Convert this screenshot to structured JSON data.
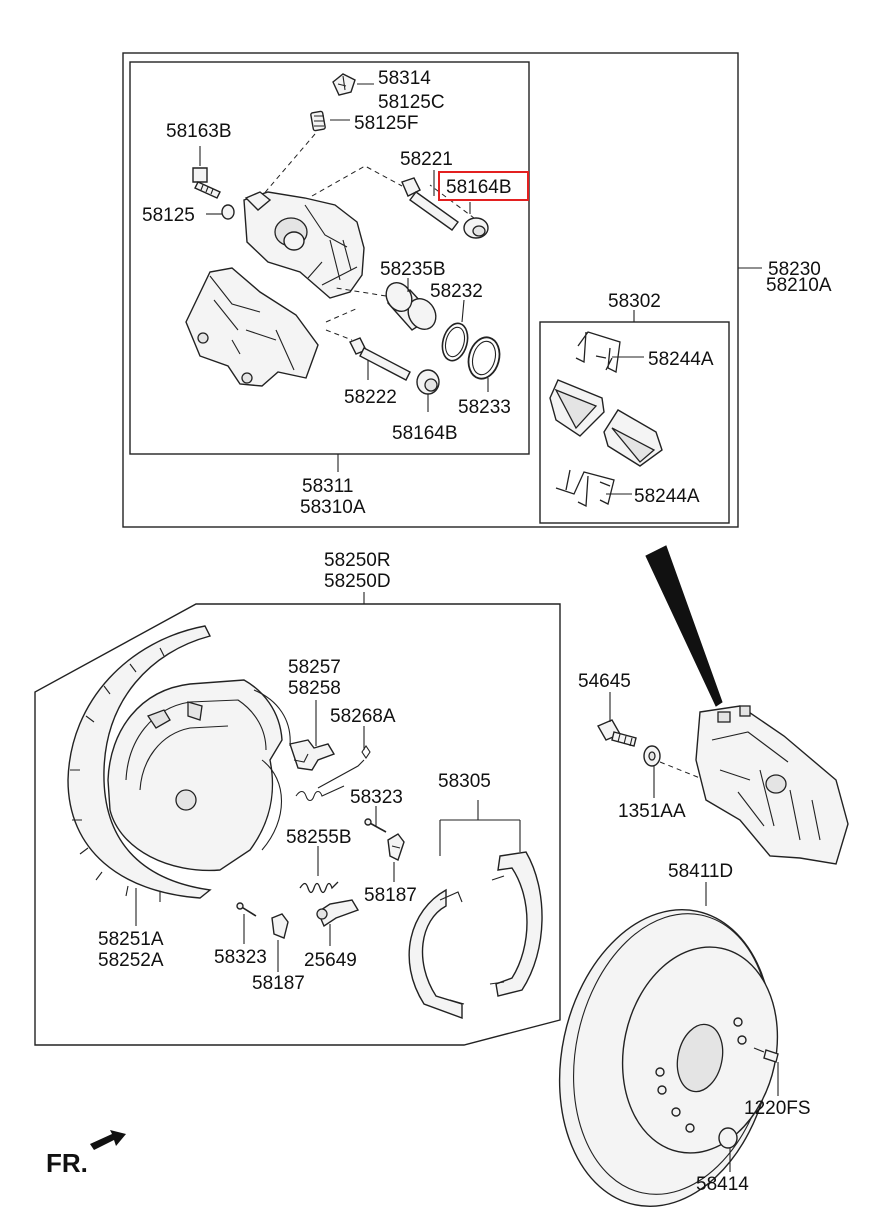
{
  "callouts": {
    "p58314": "58314",
    "p58125C": "58125C",
    "p58125F": "58125F",
    "p58163B": "58163B",
    "p58221": "58221",
    "p58164B_top": "58164B",
    "p58125": "58125",
    "p58230": "58230",
    "p58210A": "58210A",
    "p58235B": "58235B",
    "p58232": "58232",
    "p58302": "58302",
    "p58244A_top": "58244A",
    "p58222": "58222",
    "p58233": "58233",
    "p58164B_bottom": "58164B",
    "p58244A_bottom": "58244A",
    "p58311": "58311",
    "p58310A": "58310A",
    "p58250R": "58250R",
    "p58250D": "58250D",
    "p58257": "58257",
    "p58258": "58258",
    "p58268A": "58268A",
    "p54645": "54645",
    "p58305": "58305",
    "p58323_right": "58323",
    "p58255B": "58255B",
    "p1351AA": "1351AA",
    "p58187_right": "58187",
    "p58411D": "58411D",
    "p58251A": "58251A",
    "p58252A": "58252A",
    "p58323_left": "58323",
    "p25649": "25649",
    "p58187_left": "58187",
    "p1220FS": "1220FS",
    "p58414": "58414"
  },
  "orientation_label": "FR.",
  "highlighted_part": "58164B",
  "colors": {
    "highlight": "#e32020",
    "line": "#222222",
    "background": "#ffffff"
  }
}
